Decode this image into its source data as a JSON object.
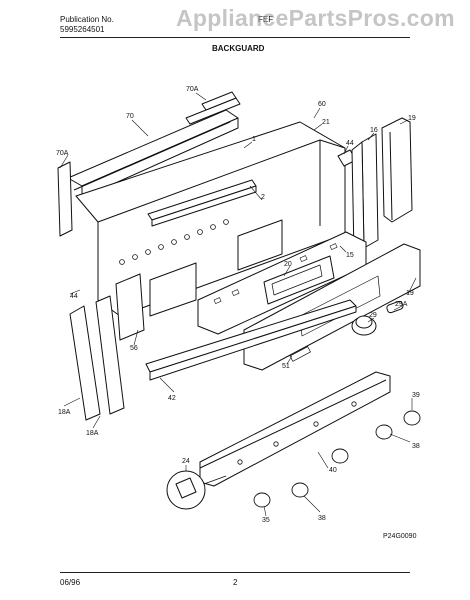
{
  "header": {
    "pub_label": "Publication No.",
    "pub_number": "5995264501",
    "model_partial": "FEF",
    "watermark": "AppliancePartsPros.com",
    "section": "BACKGUARD"
  },
  "footer": {
    "date": "06/96",
    "page": "2"
  },
  "diagram_code": "P24G0090",
  "callouts": {
    "c70A_top": "70A",
    "c70": "70",
    "c60": "60",
    "c21": "21",
    "c1": "1",
    "c16": "16",
    "c19_top": "19",
    "c70A_left": "70A",
    "c44_right": "44",
    "c2": "2",
    "c15": "15",
    "c20": "20",
    "c19_mid": "19",
    "c29A": "29A",
    "c29": "29",
    "c44_left": "44",
    "c56": "56",
    "c51": "51",
    "c42": "42",
    "c18A_a": "18A",
    "c18A_b": "18A",
    "c39": "39",
    "c38_right": "38",
    "c40": "40",
    "c24": "24",
    "c35": "35",
    "c38_bottom": "38"
  },
  "colors": {
    "line": "#111111",
    "watermark": "#969696"
  }
}
